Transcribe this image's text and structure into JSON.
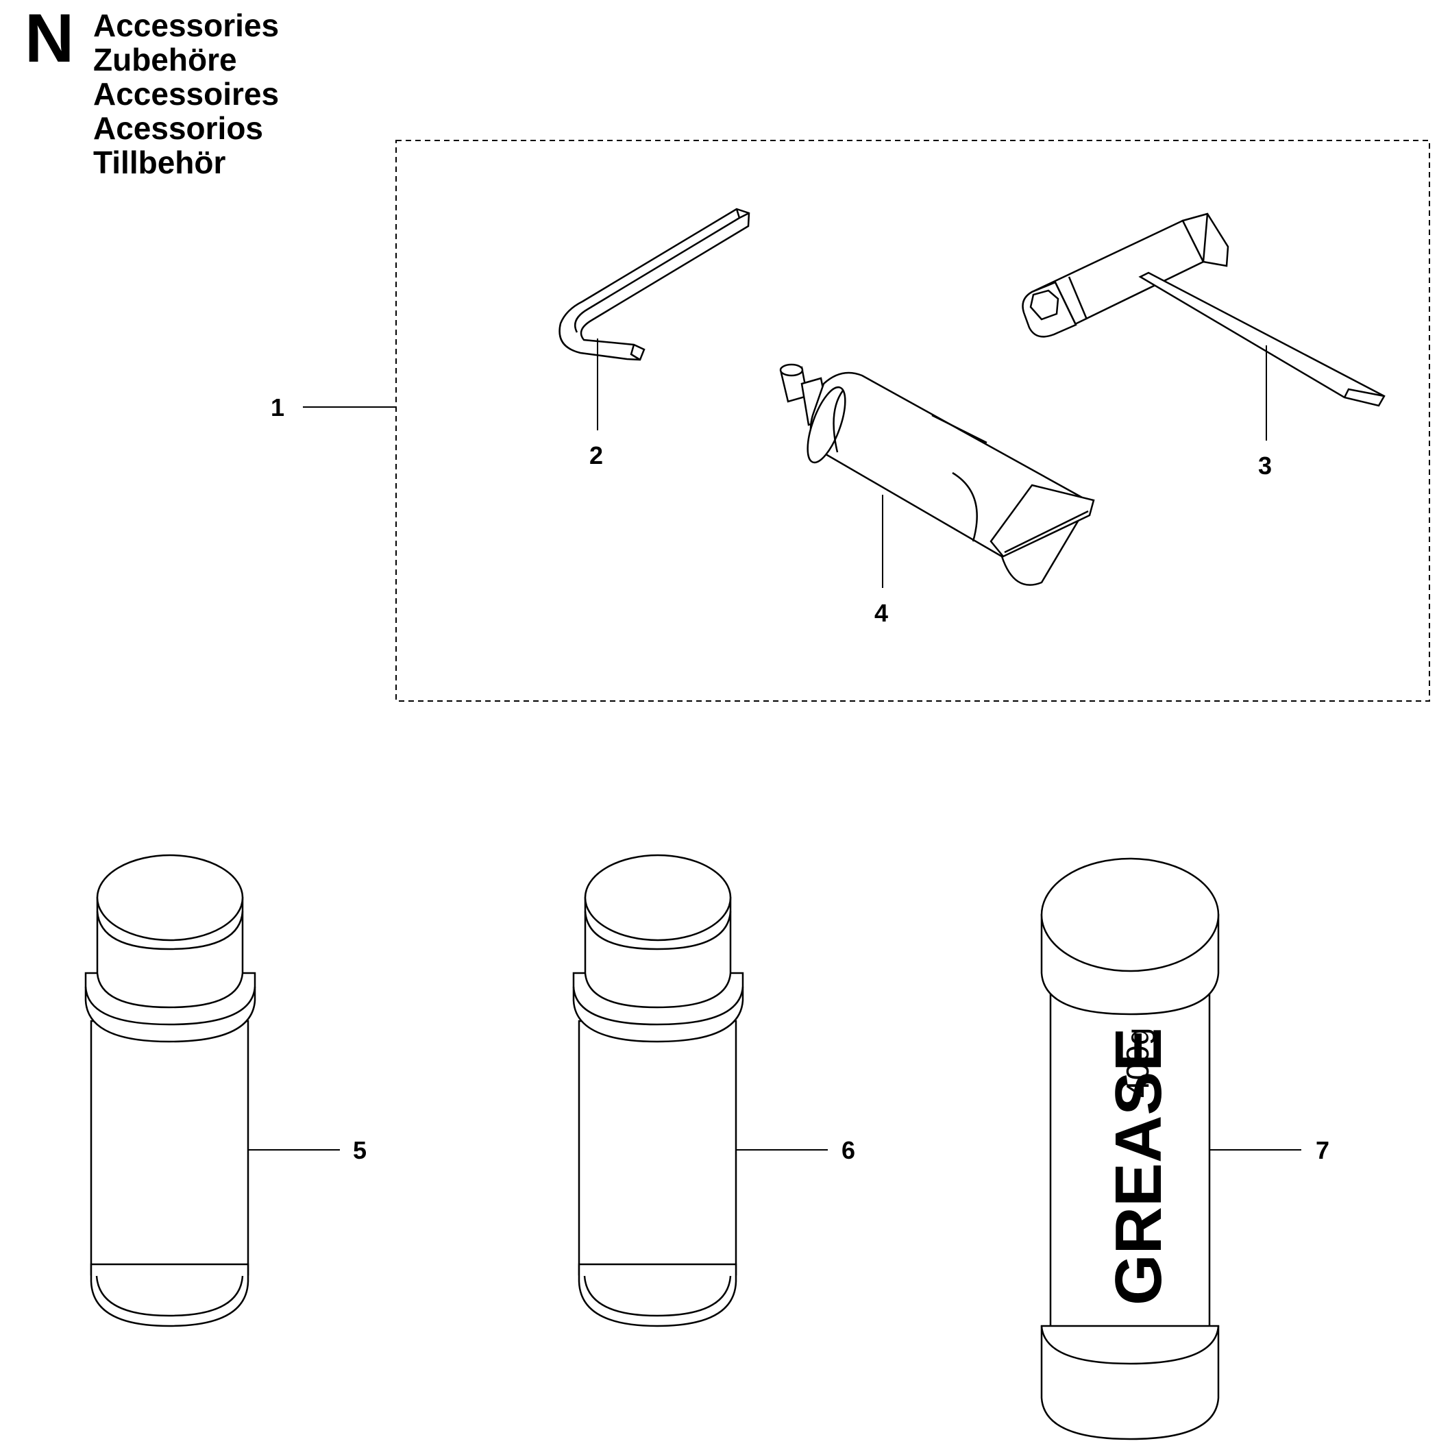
{
  "header": {
    "section_letter": "N",
    "titles": [
      "Accessories",
      "Zubehöre",
      "Accessoires",
      "Acessorios",
      "Tillbehör"
    ]
  },
  "callouts": {
    "kit": "1",
    "hex_key": "2",
    "combination_spanner": "3",
    "grease_tube": "4",
    "can_a": "5",
    "can_b": "6",
    "grease_can": "7"
  },
  "grease_can_label": {
    "text": "GREASE",
    "weight": "400g"
  }
}
